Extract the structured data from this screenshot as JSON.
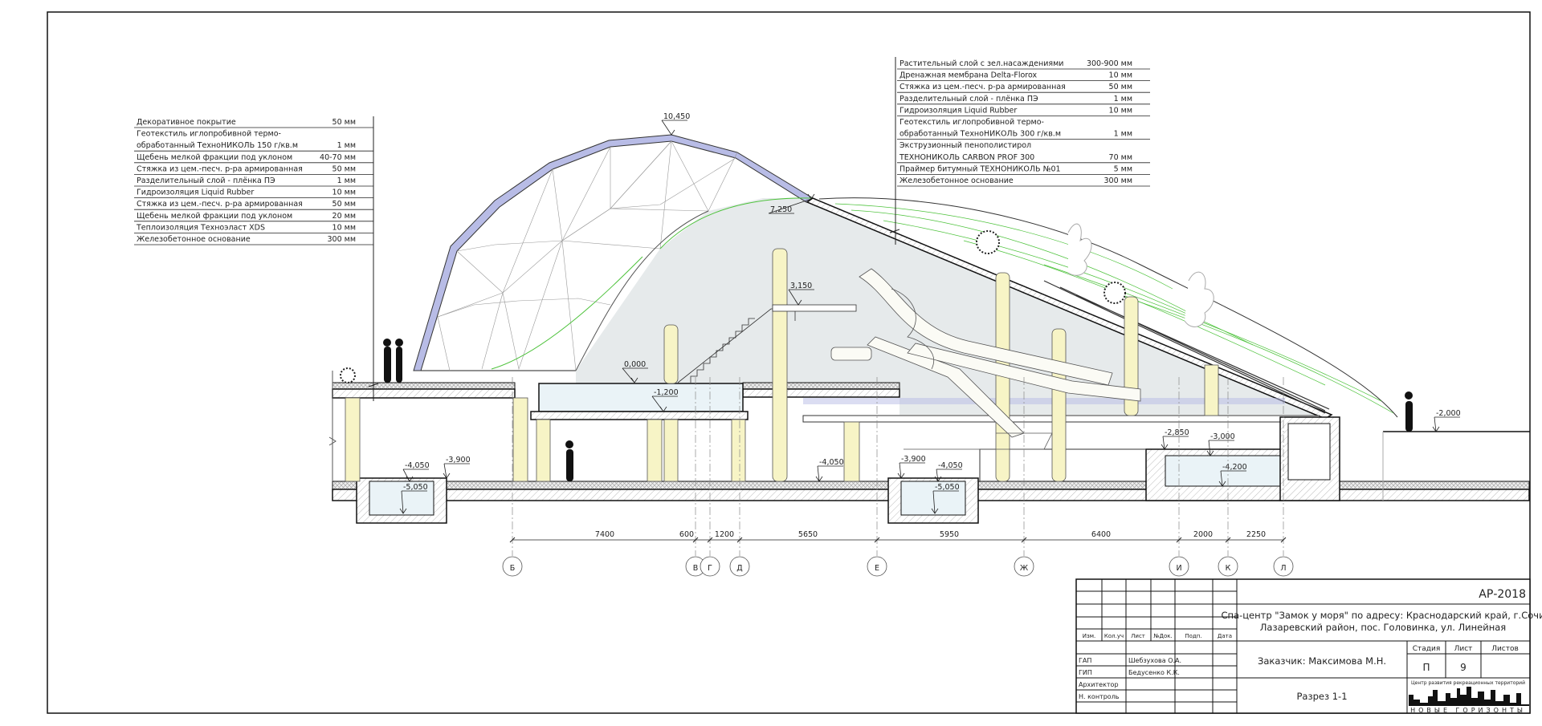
{
  "drawing": {
    "left_legend": [
      {
        "lines": [
          "Декоративное покрытие"
        ],
        "value": "50 мм"
      },
      {
        "lines": [
          "Геотекстиль иглопробивной термо-",
          "обработанный ТехноНИКОЛЬ 150 г/кв.м"
        ],
        "value": "1 мм"
      },
      {
        "lines": [
          "Щебень мелкой фракции под уклоном"
        ],
        "value": "40-70 мм"
      },
      {
        "lines": [
          "Стяжка из цем.-песч. р-ра  армированная"
        ],
        "value": "50 мм"
      },
      {
        "lines": [
          "Разделительный слой - плёнка ПЭ"
        ],
        "value": "1 мм"
      },
      {
        "lines": [
          "Гидроизоляция Liquid Rubber"
        ],
        "value": "10 мм"
      },
      {
        "lines": [
          "Стяжка из цем.-песч. р-ра  армированная"
        ],
        "value": "50 мм"
      },
      {
        "lines": [
          "Щебень мелкой фракции под уклоном"
        ],
        "value": "20 мм"
      },
      {
        "lines": [
          "Теплоизоляция Техноэласт XDS"
        ],
        "value": "10 мм"
      },
      {
        "lines": [
          "Железобетонное основание"
        ],
        "value": "300 мм"
      }
    ],
    "right_legend": [
      {
        "lines": [
          "Растительный слой с зел.насаждениями"
        ],
        "value": "300-900 мм"
      },
      {
        "lines": [
          "Дренажная мембрана Delta-Florox"
        ],
        "value": "10 мм"
      },
      {
        "lines": [
          "Стяжка из цем.-песч. р-ра  армированная"
        ],
        "value": "50 мм"
      },
      {
        "lines": [
          "Разделительный слой - плёнка ПЭ"
        ],
        "value": "1 мм"
      },
      {
        "lines": [
          "Гидроизоляция Liquid Rubber"
        ],
        "value": "10 мм"
      },
      {
        "lines": [
          "Геотекстиль иглопробивной термо-",
          "обработанный ТехноНИКОЛЬ 300 г/кв.м"
        ],
        "value": "1 мм"
      },
      {
        "lines": [
          "Экструзионный пенополистирол",
          "ТЕХНОНИКОЛЬ CARBON PROF 300"
        ],
        "value": "70 мм"
      },
      {
        "lines": [
          "Праймер битумный ТЕХНОНИКОЛЬ №01"
        ],
        "value": "5 мм"
      },
      {
        "lines": [
          "Железобетонное основание"
        ],
        "value": "300 мм"
      }
    ],
    "levels": [
      "10,450",
      "7,250",
      "3,150",
      "0,000",
      "-1,200",
      "-4,050",
      "-3,900",
      "-5,050",
      "-4,050",
      "-3,900",
      "-4,050",
      "-5,050",
      "-2,850",
      "-3,000",
      "-4,200",
      "-2,000"
    ],
    "axes": [
      "Б",
      "В",
      "Г",
      "Д",
      "Е",
      "Ж",
      "И",
      "К",
      "Л"
    ],
    "dimensions": [
      "7400",
      "600",
      "1200",
      "5650",
      "5950",
      "6400",
      "2000",
      "2250"
    ],
    "colors": {
      "dome": "#b8bce6",
      "interior": "#e6eaeb",
      "column": "#f7f4c6",
      "water": "#eaf3f7",
      "greenery": "#4cc23a"
    }
  },
  "title_block": {
    "code": "АР-2018",
    "project": [
      "Спа-центр \"Замок у моря\" по адресу: Краснодарский край, г.Сочи",
      "Лазаревский район, пос. Головинка, ул. Линейная"
    ],
    "headers": [
      "Изм.",
      "Кол.уч",
      "Лист",
      "№Док.",
      "Подп.",
      "Дата"
    ],
    "roles": [
      {
        "role": "ГАП",
        "name": "Шебзухова О.А."
      },
      {
        "role": "ГИП",
        "name": "Бедусенко К.К."
      },
      {
        "role": "Архитектор",
        "name": ""
      },
      {
        "role": "Н. контроль",
        "name": ""
      }
    ],
    "customer": "Заказчик: Максимова М.Н.",
    "stage_headers": [
      "Стадия",
      "Лист",
      "Листов"
    ],
    "stage": "П",
    "sheet": "9",
    "sheets": "",
    "sheet_title": "Разрез 1-1",
    "logo_caption": "Центр развития рекреационных территорий",
    "logo_name": "НОВЫЕ ГОРИЗОНТЫ"
  }
}
